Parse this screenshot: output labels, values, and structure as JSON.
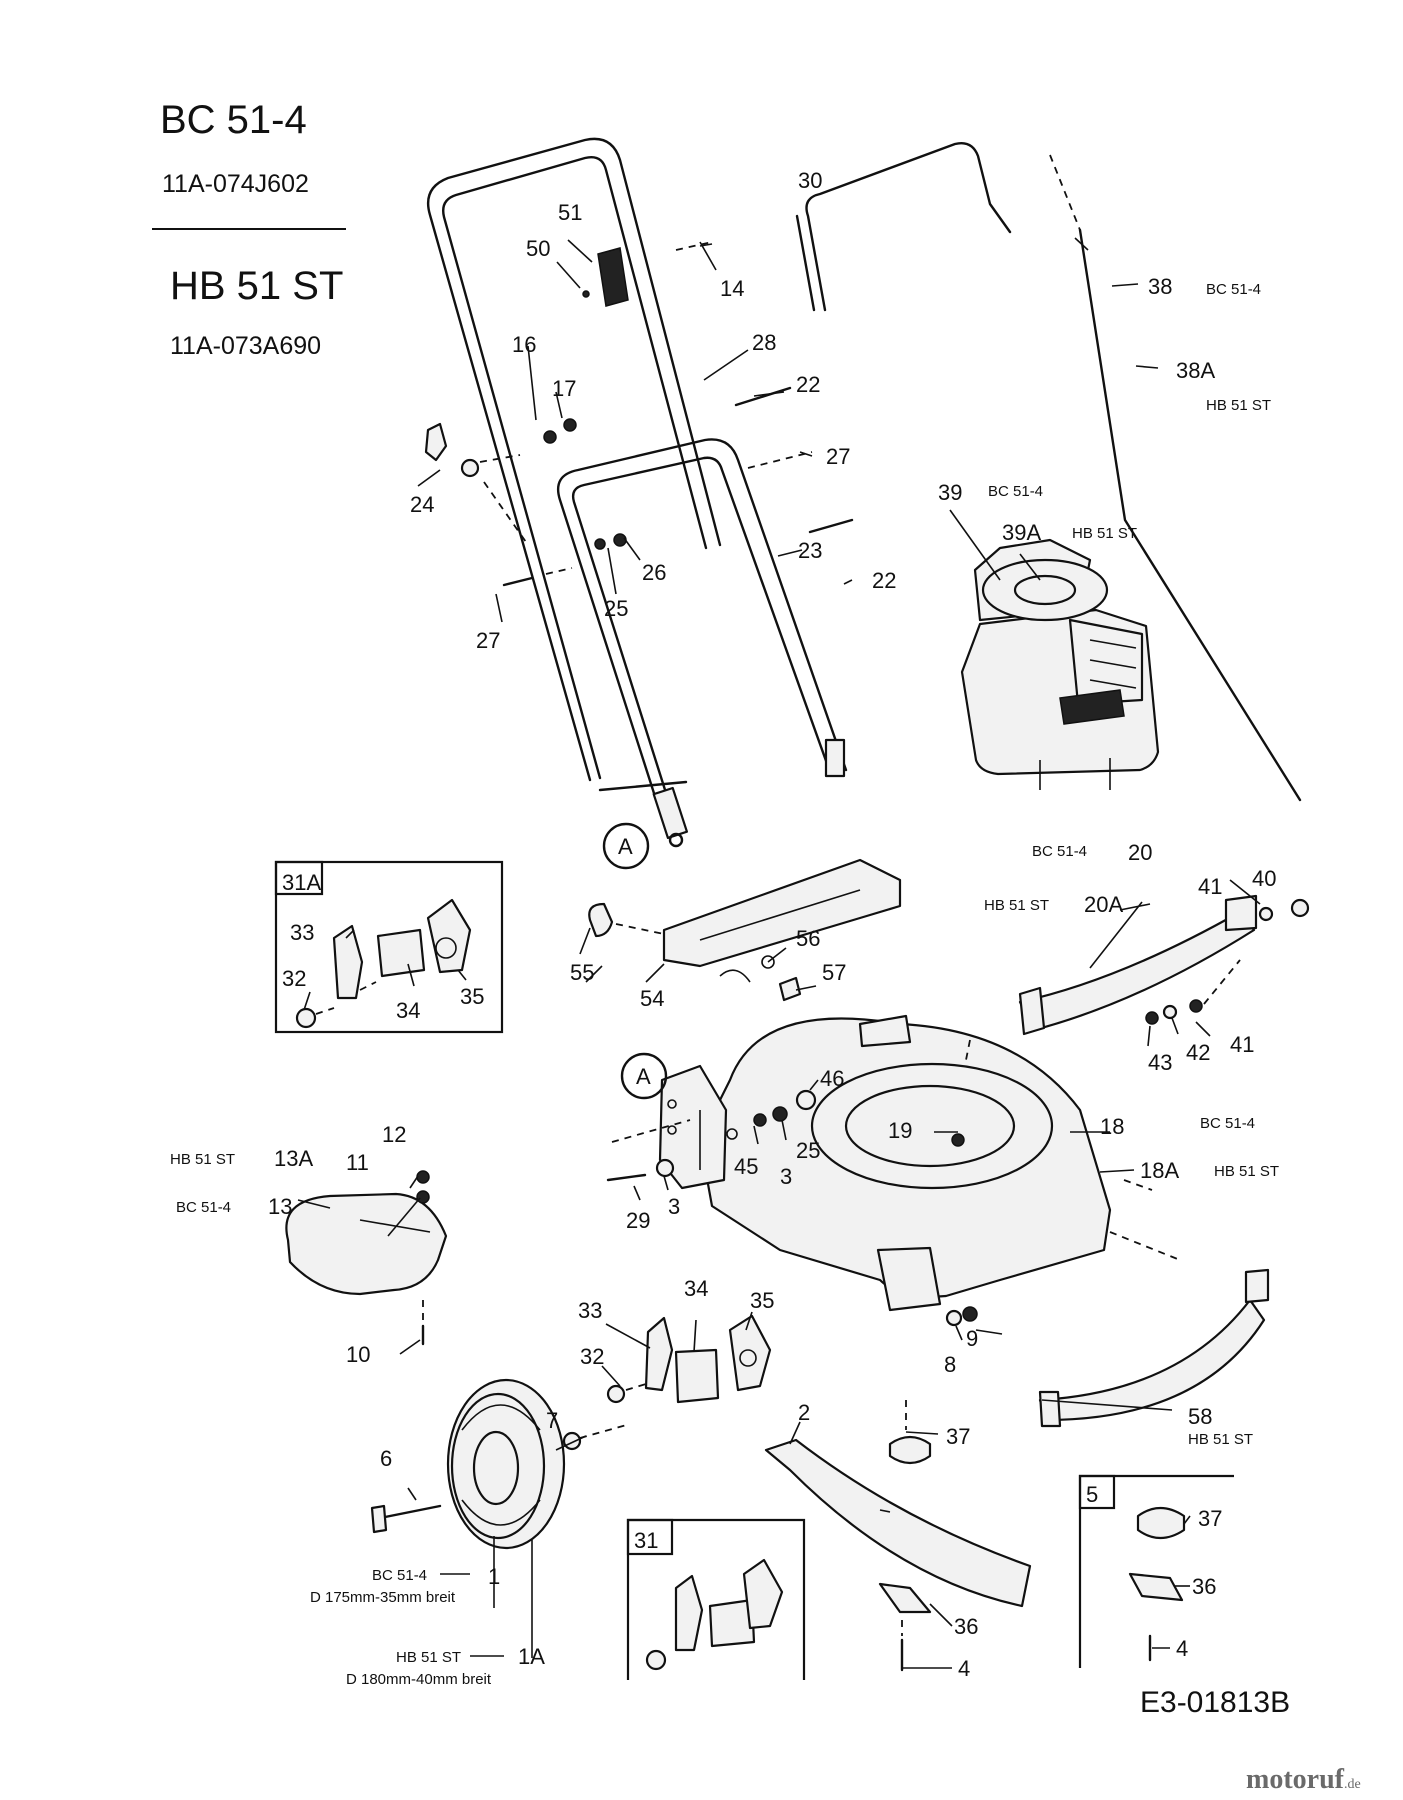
{
  "header": {
    "model_a": "BC 51-4",
    "code_a": "11A-074J602",
    "model_b": "HB 51 ST",
    "code_b": "11A-073A690"
  },
  "footer": {
    "drawing_number": "E3-01813B",
    "brand": "motoruf",
    "brand_suffix": ".de"
  },
  "labels": {
    "p1": "1",
    "p1a": "1A",
    "p2": "2",
    "p3a": "3",
    "p3b": "3",
    "p4a": "4",
    "p4b": "4",
    "p5": "5",
    "p6": "6",
    "p7": "7",
    "p8": "8",
    "p9": "9",
    "p10": "10",
    "p11": "11",
    "p12": "12",
    "p13": "13",
    "p13a": "13A",
    "p14": "14",
    "p16": "16",
    "p17": "17",
    "p18": "18",
    "p18a": "18A",
    "p19": "19",
    "p20": "20",
    "p20a": "20A",
    "p22a": "22",
    "p22b": "22",
    "p23": "23",
    "p24": "24",
    "p25a": "25",
    "p25b": "25",
    "p26": "26",
    "p27a": "27",
    "p27b": "27",
    "p28": "28",
    "p29": "29",
    "p30": "30",
    "p31": "31",
    "p31a": "31A",
    "p32a": "32",
    "p32b": "32",
    "p33a": "33",
    "p33b": "33",
    "p34a": "34",
    "p34b": "34",
    "p35a": "35",
    "p35b": "35",
    "p36a": "36",
    "p36b": "36",
    "p37a": "37",
    "p37b": "37",
    "p38": "38",
    "p38a": "38A",
    "p39": "39",
    "p39a": "39A",
    "p40": "40",
    "p41a": "41",
    "p41b": "41",
    "p42": "42",
    "p43": "43",
    "p45": "45",
    "p46": "46",
    "p50": "50",
    "p51": "51",
    "p54": "54",
    "p55": "55",
    "p56": "56",
    "p57": "57",
    "p58": "58",
    "ref_a1": "A",
    "ref_a2": "A"
  },
  "variants": {
    "v38": "BC 51-4",
    "v38a": "HB 51 ST",
    "v39": "BC 51-4",
    "v39a": "HB 51 ST",
    "v20": "BC 51-4",
    "v20a": "HB 51 ST",
    "v18": "BC 51-4",
    "v18a": "HB 51 ST",
    "v13a": "HB 51 ST",
    "v13": "BC 51-4",
    "v58": "HB 51 ST",
    "v1": "BC 51-4",
    "v1a": "HB 51 ST"
  },
  "wheel_specs": {
    "w1": "D 175mm-35mm breit",
    "w1a": "D 180mm-40mm breit"
  }
}
